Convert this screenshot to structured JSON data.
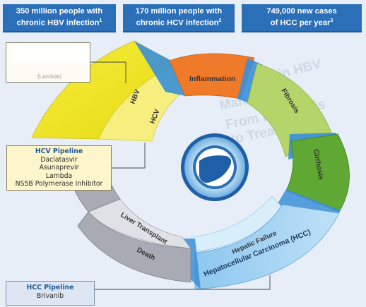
{
  "headers": [
    {
      "line1": "350 million people with",
      "line2": "chronic HBV infection",
      "sup": "1"
    },
    {
      "line1": "170 million people with",
      "line2": "chronic HCV infection",
      "sup": "2"
    },
    {
      "line1": "749,000 new cases",
      "line2": "of HCC per year",
      "sup": "3"
    }
  ],
  "stages": {
    "hbv": "HBV",
    "hcv": "HCV",
    "inflammation": "Inflammation",
    "fibrosis": "Fibrosis",
    "cirrhosis": "Cirrhosis",
    "hepatic_failure": "Hepatic Failure",
    "hcc": "Hepatocellular Carcinoma (HCC)",
    "liver_transplant": "Liver Transplant",
    "death": "Death"
  },
  "hbv_box": {
    "partial_text": "(Lambda)"
  },
  "hcv_pipeline": {
    "title": "HCV Pipeline",
    "items": [
      "Daclatasvir",
      "Asunaprevir",
      "Lambda",
      "NS5B Polymerase Inhibitor"
    ]
  },
  "hcc_pipeline": {
    "title": "HCC Pipeline",
    "items": [
      "Brivanib"
    ]
  },
  "colors": {
    "header_blue": "#2a6fb8",
    "hbv_yellow": "#f4e61a",
    "hcv_yellow": "#f7f074",
    "inflammation_orange": "#ef7b2a",
    "fibrosis_green": "#b5d56a",
    "cirrhosis_green": "#5ea833",
    "hcc_blue": "#9fd0f1",
    "liver_transplant_gray": "#cdd0d8",
    "death_gray": "#a8abb4",
    "connector_blue": "#3a8fd8"
  },
  "icons": {
    "liver": "liver-icon"
  }
}
